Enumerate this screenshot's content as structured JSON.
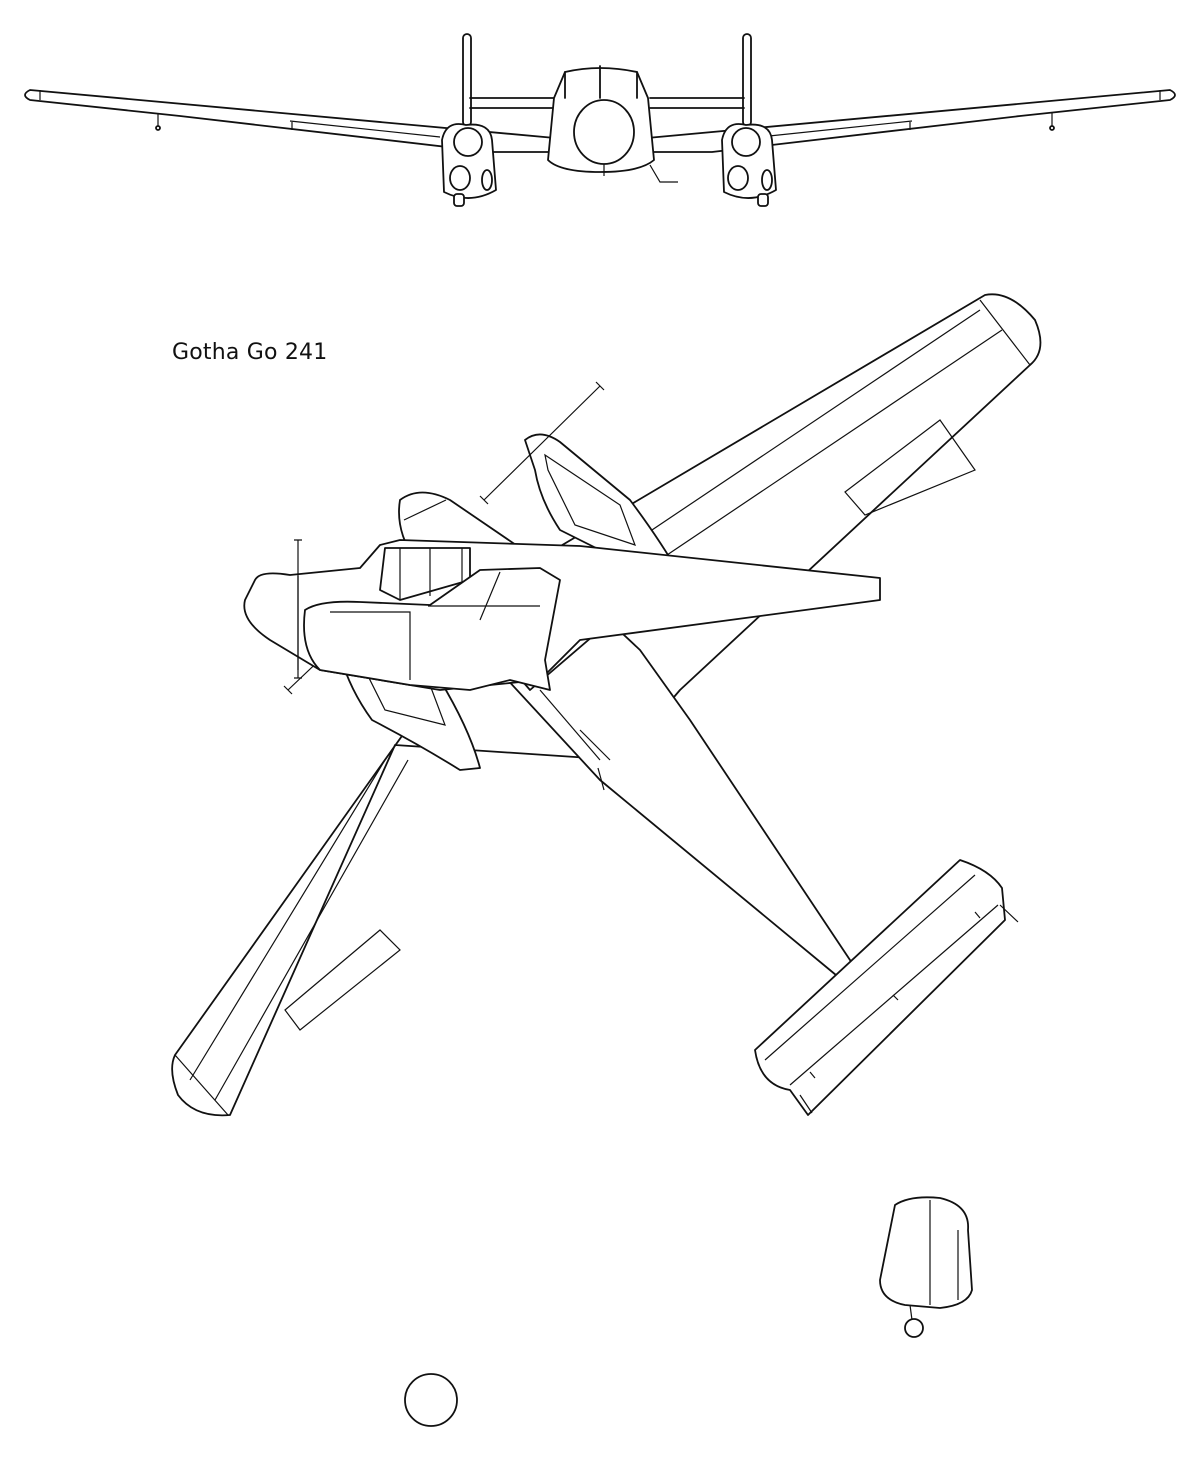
{
  "drawing": {
    "title": "Gotha Go 241",
    "views": [
      {
        "id": "front",
        "icon": "front-view-drawing"
      },
      {
        "id": "plan",
        "icon": "plan-view-drawing"
      },
      {
        "id": "side",
        "icon": "side-view-drawing"
      }
    ],
    "colors": {
      "ink": "#111111",
      "paper": "#ffffff"
    }
  }
}
